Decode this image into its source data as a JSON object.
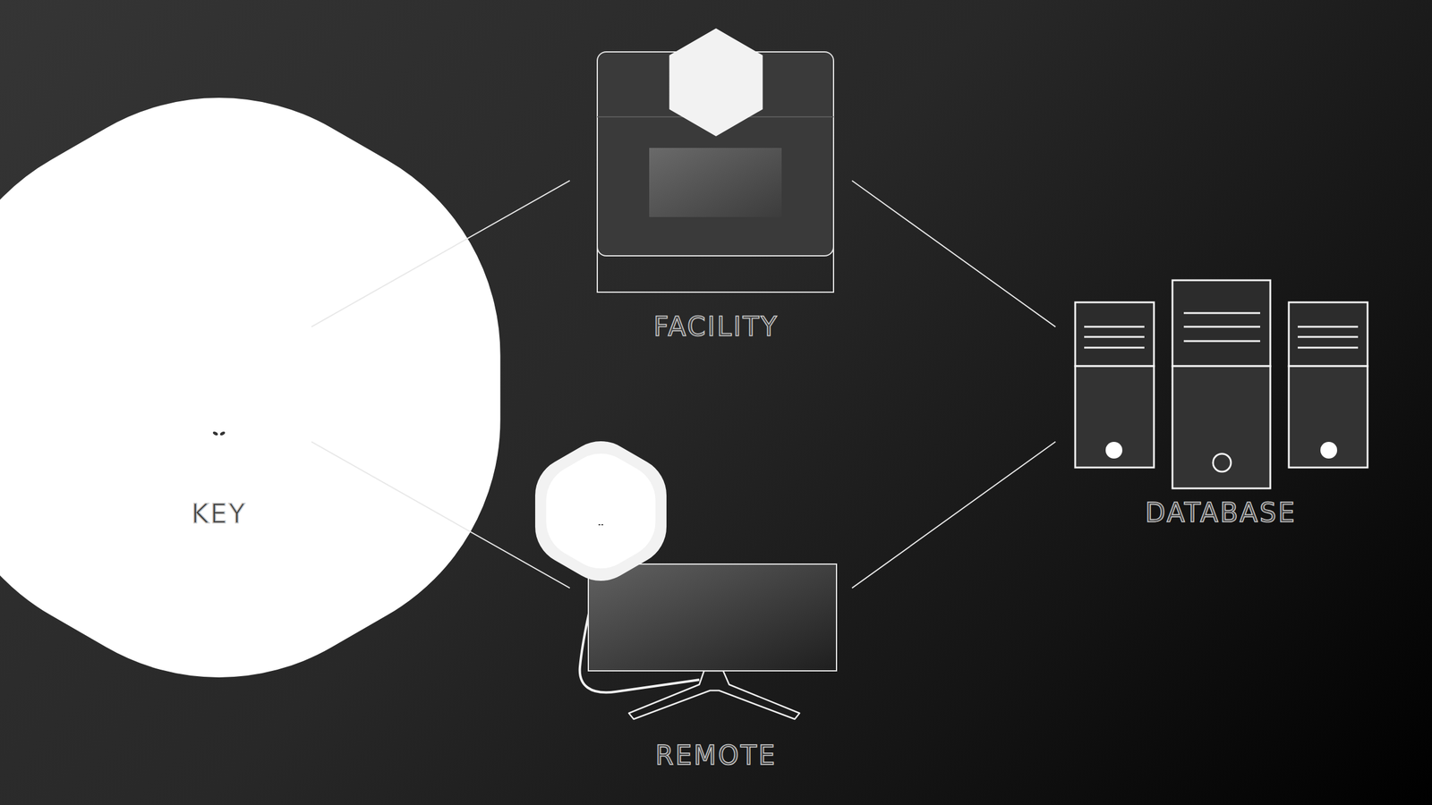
{
  "diagram": {
    "nodes": [
      {
        "text": [
          "KEY"
        ]
      },
      {
        "text": [
          "FACILITY"
        ]
      },
      {
        "text": [
          "DATABASE"
        ]
      },
      {
        "text": [
          "REMOTE"
        ]
      }
    ],
    "edges": [
      {
        "from": 0,
        "to": 1,
        "arrow": "none"
      },
      {
        "from": 1,
        "to": 2,
        "arrow": "none"
      },
      {
        "from": 0,
        "to": 3,
        "arrow": "none"
      },
      {
        "from": 3,
        "to": 2,
        "arrow": "none"
      }
    ]
  }
}
